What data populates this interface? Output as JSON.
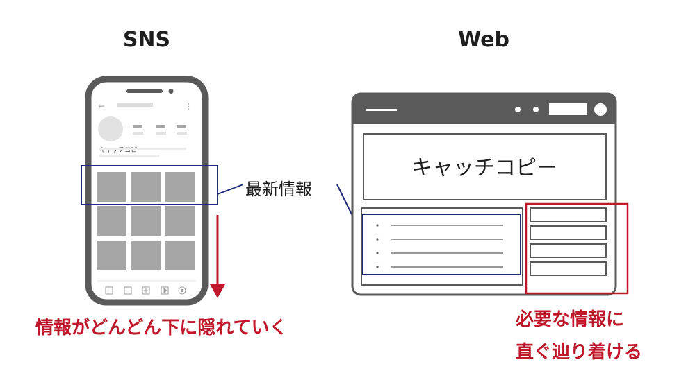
{
  "headings": {
    "sns": "SNS",
    "web": "Web"
  },
  "phone": {
    "profile_caption": "キャッチコピー",
    "back_arrow": "←",
    "menu_dots": "⋮",
    "bottom_nav_icons": [
      "home-icon",
      "search-icon",
      "add-icon",
      "play-icon",
      "profile-icon"
    ]
  },
  "browser": {
    "catchcopy": "キャッチコピー"
  },
  "labels": {
    "latest_info": "最新情報",
    "sns_caption": "情報がどんどん下に隠れていく",
    "web_caption_line1": "必要な情報に",
    "web_caption_line2": "直ぐ辿り着ける"
  },
  "colors": {
    "navy": "#1f2a7a",
    "red": "#c0182b",
    "dark_gray": "#5a5a5a",
    "tile_gray": "#a6a6a6",
    "light_gray": "#dcdcdc"
  }
}
